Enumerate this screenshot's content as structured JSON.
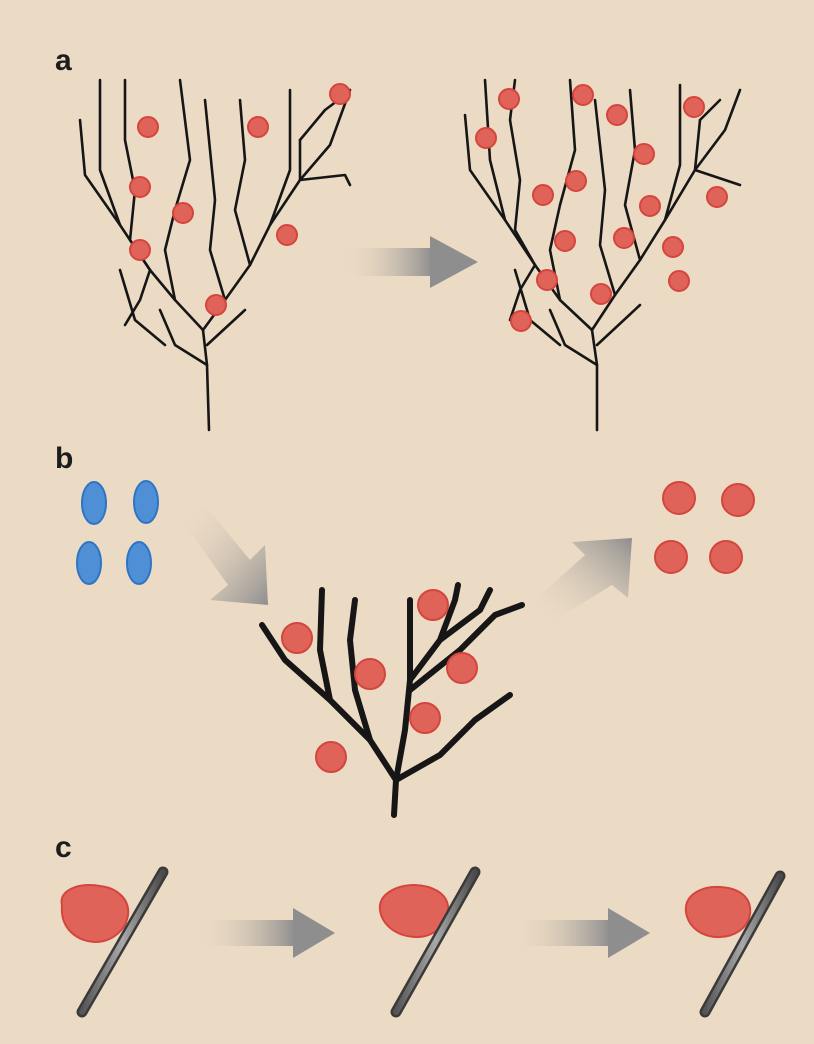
{
  "figure": {
    "background_color": "#ecdbc4",
    "cell_color": "#e0635a",
    "progenitor_color": "#4f8fd6",
    "arrow_color": "#8e8e8e",
    "panels": [
      {
        "label": "a"
      },
      {
        "label": "b"
      },
      {
        "label": "c"
      }
    ]
  }
}
